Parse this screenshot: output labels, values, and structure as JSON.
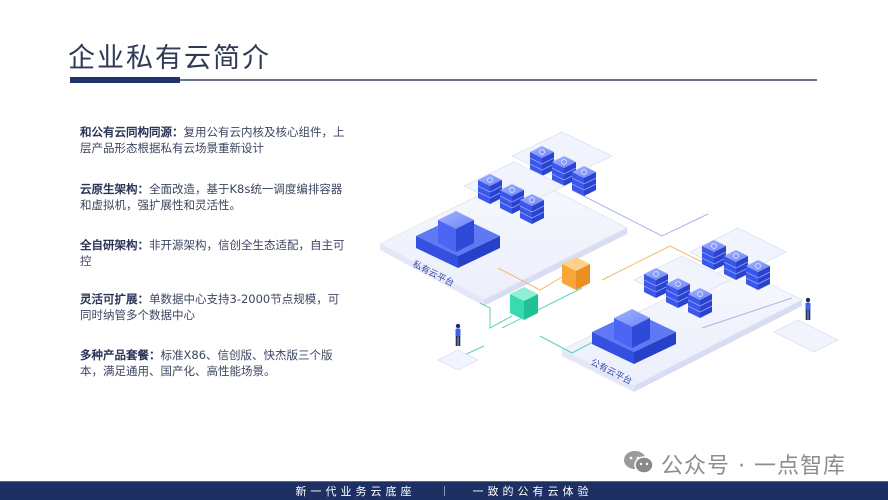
{
  "slide": {
    "title": "企业私有云简介",
    "colors": {
      "title": "#2f3a57",
      "accent": "#1f3468",
      "footer_bg": "#1d2f63",
      "server_blue": "#3d5cf0",
      "node_orange": "#f7a53c",
      "node_green": "#2fd6a9"
    }
  },
  "features": [
    {
      "head": "和公有云同构同源：",
      "body": "复用公有云内核及核心组件，上层产品形态根据私有云场景重新设计"
    },
    {
      "head": "云原生架构：",
      "body": "全面改造，基于K8s统一调度编排容器和虚拟机，强扩展性和灵活性。"
    },
    {
      "head": "全自研架构：",
      "body": "非开源架构，信创全生态适配，自主可控"
    },
    {
      "head": "灵活可扩展：",
      "body": "单数据中心支持3-2000节点规模，可同时纳管多个数据中心"
    },
    {
      "head": "多种产品套餐：",
      "body": "标准X86、信创版、快杰版三个版本，满足通用、国产化、高性能场景。"
    }
  ],
  "diagram": {
    "private_platform_label": "私有云平台",
    "public_platform_label": "公有云平台",
    "icons": [
      "server-rack-icon",
      "cloud-core-box-icon",
      "gateway-cube-icon",
      "user-figure-icon"
    ]
  },
  "watermark": {
    "icon": "wechat-icon",
    "text": "公众号 · 一点智库"
  },
  "footer": {
    "left": "新一代业务云底座",
    "right": "一致的公有云体验"
  }
}
